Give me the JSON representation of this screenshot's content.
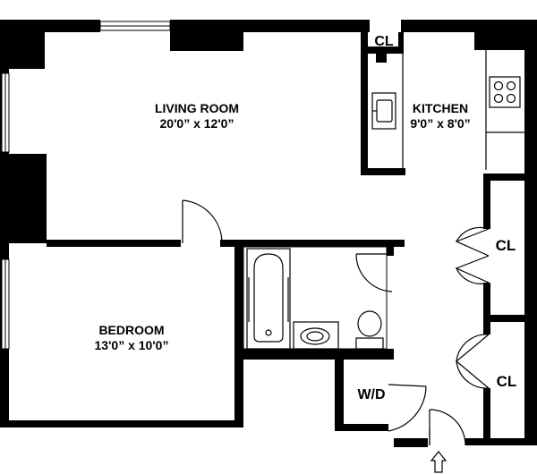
{
  "rooms": {
    "living": {
      "name": "LIVING ROOM",
      "dims": "20'0” x 12'0”"
    },
    "kitchen": {
      "name": "KITCHEN",
      "dims": "9'0” x 8'0”"
    },
    "bedroom": {
      "name": "BEDROOM",
      "dims": "13'0” x 10'0”"
    }
  },
  "closets": {
    "kitchen_closet": "CL",
    "hall_closet_upper": "CL",
    "hall_closet_lower": "CL",
    "washer_dryer": "W/D"
  },
  "icons": {
    "entry": "entry-arrow-icon",
    "range": "stove-icon",
    "sink": "sink-icon",
    "tub": "bathtub-icon",
    "toilet": "toilet-icon"
  }
}
